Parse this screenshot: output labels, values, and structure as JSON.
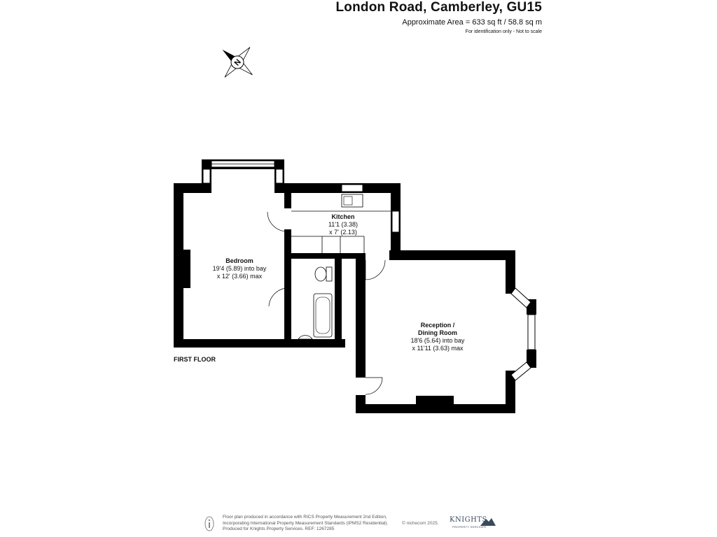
{
  "header": {
    "title": "London Road, Camberley, GU15",
    "area": "Approximate Area = 633 sq ft / 58.8 sq m",
    "disclaimer": "For identification only - Not to scale"
  },
  "compass": {
    "letter": "N"
  },
  "rooms": {
    "bedroom": {
      "name": "Bedroom",
      "dim1": "19'4 (5.89) into bay",
      "dim2": "x 12' (3.66) max"
    },
    "kitchen": {
      "name": "Kitchen",
      "dim1": "11'1 (3.38)",
      "dim2": "x 7' (2.13)"
    },
    "reception": {
      "name1": "Reception /",
      "name2": "Dining Room",
      "dim1": "18'6 (5.64) into bay",
      "dim2": "x 11'11 (3.63) max"
    }
  },
  "floor_label": "FIRST FLOOR",
  "footer": {
    "line1": "Floor plan produced in accordance with RICS Property Measurement 2nd Edition,",
    "line2": "Incorporating International Property Measurement Standards (IPMS2 Residential).",
    "line3": "Produced for Knights Property Services.   REF: 1267285",
    "copyright": "© nichecom 2025.",
    "brand": "KNIGHTS",
    "tagline": "PROPERTY SERVICES"
  },
  "colors": {
    "wall": "#000000",
    "background": "#ffffff",
    "brand": "#3a4a5e"
  }
}
